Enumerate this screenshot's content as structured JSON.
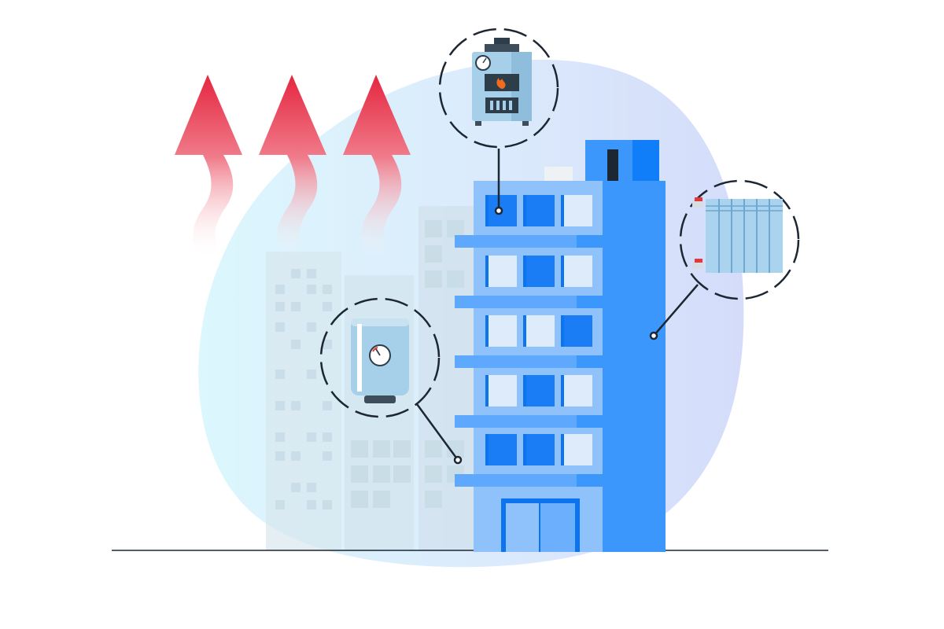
{
  "scene": {
    "subject": "building-heating-illustration"
  },
  "colors": {
    "background": "#ffffff",
    "blob_light": "#dff6fd",
    "blob_dark": "#d6e0fb",
    "building_light": "#8fc2fb",
    "building_mid": "#3b97fc",
    "building_dark": "#0f7ef8",
    "window_light": "#deebfb",
    "window_dark": "#0d74f0",
    "heat_arrow": "#e8344a",
    "ground_line": "#1c2733",
    "callout_line": "#1c2733",
    "boiler_body": "#a6cfe9",
    "flame": "#f26b1d",
    "radiator": "#a9d3ef",
    "valve": "#e23a3a"
  },
  "callouts": [
    {
      "name": "boiler-callout",
      "device": "boiler"
    },
    {
      "name": "radiator-callout",
      "device": "radiator"
    },
    {
      "name": "water-heater-callout",
      "device": "water-heater"
    }
  ],
  "heat_arrows": 3,
  "floors": 5
}
